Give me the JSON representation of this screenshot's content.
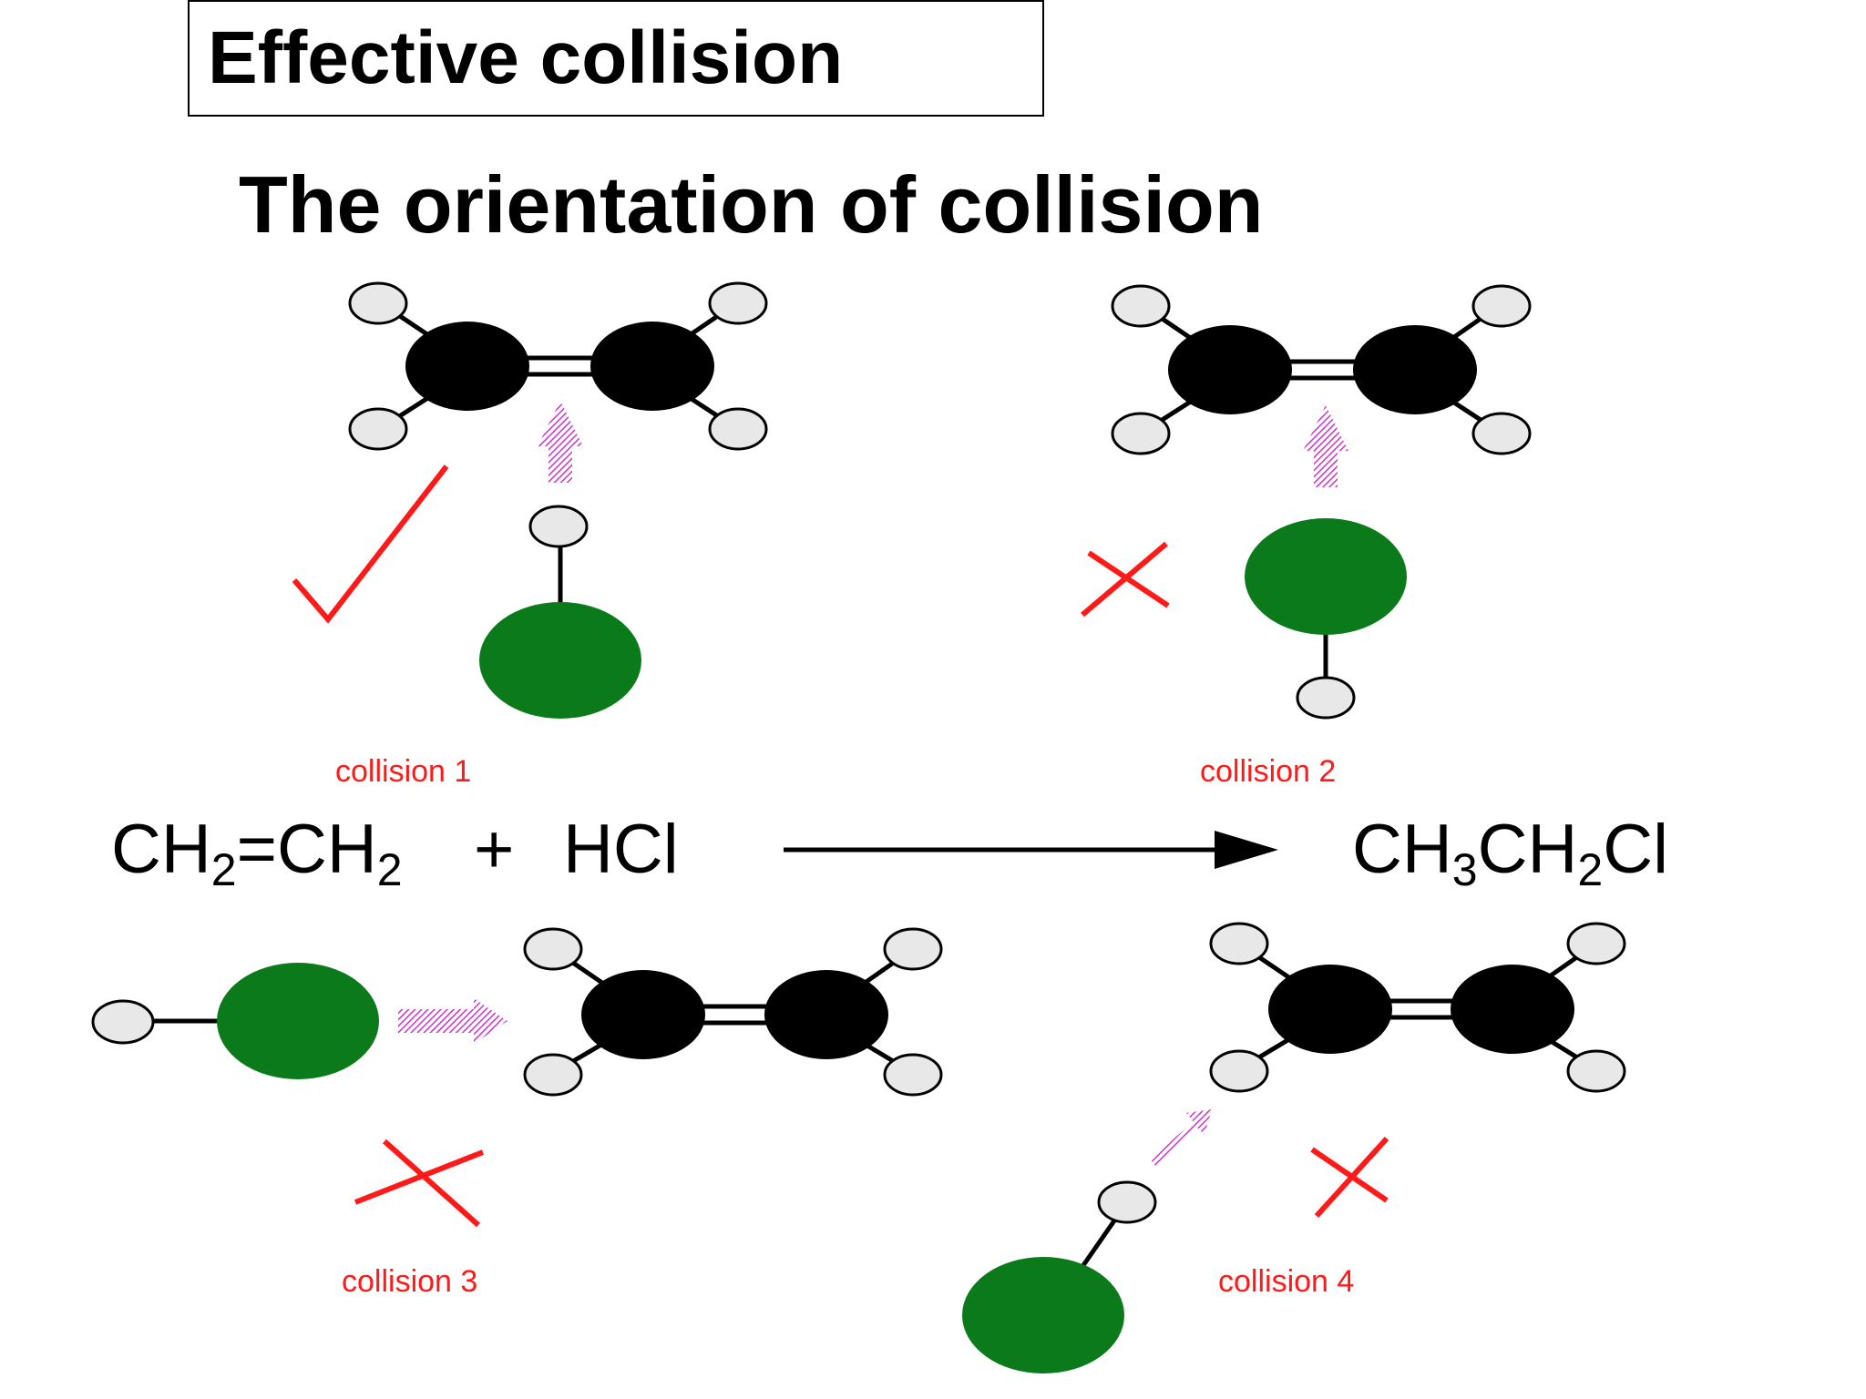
{
  "header": {
    "title": "Effective collision",
    "subtitle": "The orientation of collision"
  },
  "equation": {
    "reactant_1": {
      "a": "CH",
      "a_sub": "2",
      "b": "=CH",
      "b_sub": "2"
    },
    "plus": "+",
    "reactant_2": "HCl",
    "product": {
      "a": "CH",
      "a_sub": "3",
      "b": "CH",
      "b_sub": "2",
      "c": "Cl"
    }
  },
  "collisions": [
    {
      "label": "collision 1",
      "result": "check-mark"
    },
    {
      "label": "collision 2",
      "result": "cross-mark"
    },
    {
      "label": "collision 3",
      "result": "cross-mark"
    },
    {
      "label": "collision 4",
      "result": "cross-mark"
    }
  ],
  "colors": {
    "carbon": "#000000",
    "hydrogen": "#e8e8e8",
    "chlorine": "#0a7a1a",
    "arrow": "#cc33cc",
    "mark": "#ff1a1a"
  }
}
